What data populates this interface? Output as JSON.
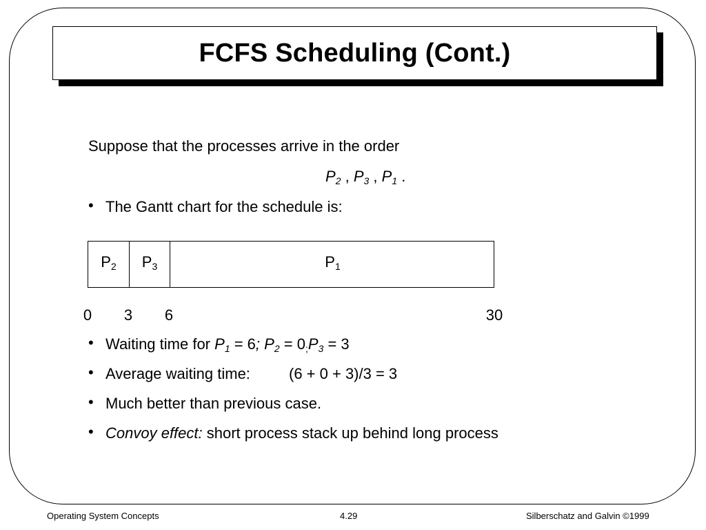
{
  "slide": {
    "title": "FCFS Scheduling (Cont.)",
    "intro": "Suppose that the processes arrive in the order",
    "order": {
      "p_a": "P",
      "p_a_sub": "2",
      "sep1": " , ",
      "p_b": "P",
      "p_b_sub": "3",
      "sep2": " , ",
      "p_c": "P",
      "p_c_sub": "1",
      "end": " ."
    },
    "bullet_glyph": "•",
    "bullet1": "The Gantt chart for the schedule is:",
    "bullet2": {
      "prefix": "Waiting time for ",
      "p1": "P",
      "p1_sub": "1",
      "eq1": " = 6",
      "sep1": "; ",
      "p2": "P",
      "p2_sub": "2",
      "eq2": " = 0",
      "sep2": ";",
      "p3": "P",
      "p3_sub": "3",
      "eq3": " = 3"
    },
    "bullet3": {
      "label": "Average waiting time:",
      "formula": "(6 + 0 + 3)/3 = 3"
    },
    "bullet4": "Much better than previous case.",
    "bullet5": {
      "term": "Convoy effect:",
      "text": " short process stack up behind long process"
    }
  },
  "gantt": {
    "total": 30,
    "segments": [
      {
        "label": "P",
        "sub": "2",
        "start": 0,
        "end": 3
      },
      {
        "label": "P",
        "sub": "3",
        "start": 3,
        "end": 6
      },
      {
        "label": "P",
        "sub": "1",
        "start": 6,
        "end": 30
      }
    ],
    "ticks": [
      "0",
      "3",
      "6",
      "30"
    ]
  },
  "footer": {
    "left": "Operating System Concepts",
    "center": "4.29",
    "right": "Silberschatz and Galvin ©1999"
  }
}
